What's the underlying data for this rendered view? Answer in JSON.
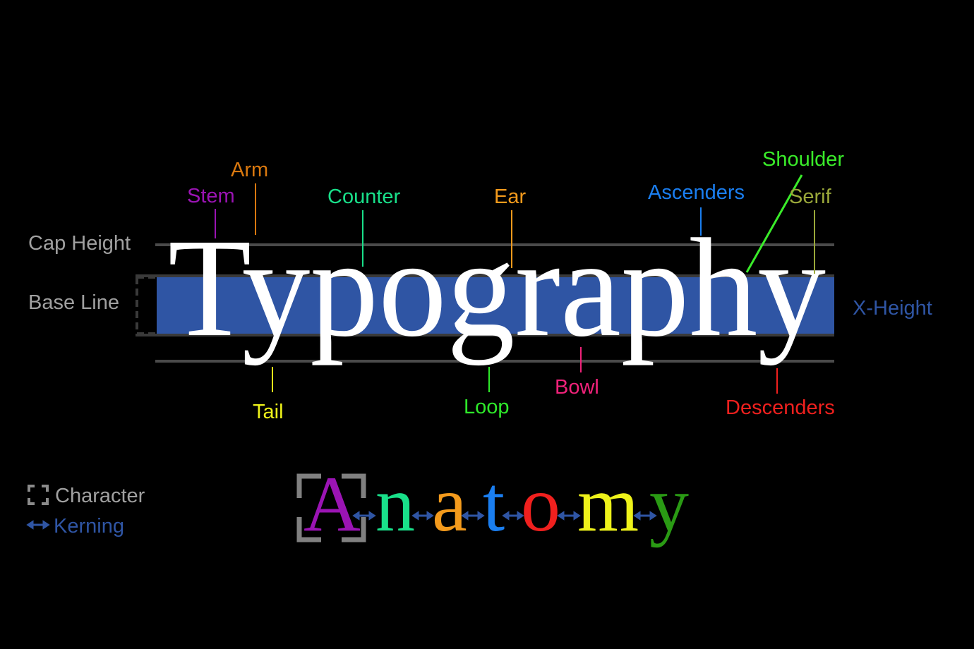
{
  "word": "Typography",
  "guides": {
    "cap_height": "Cap Height",
    "base_line": "Base Line",
    "x_height": "X-Height"
  },
  "parts": {
    "stem": "Stem",
    "arm": "Arm",
    "counter": "Counter",
    "ear": "Ear",
    "ascenders": "Ascenders",
    "shoulder": "Shoulder",
    "serif": "Serif",
    "tail": "Tail",
    "loop": "Loop",
    "bowl": "Bowl",
    "descenders": "Descenders"
  },
  "legend": {
    "character": "Character",
    "kerning": "Kerning"
  },
  "anatomy": [
    "A",
    "n",
    "a",
    "t",
    "o",
    "m",
    "y"
  ],
  "colors": {
    "stem": "#9b14b4",
    "arm": "#d9780f",
    "counter": "#19e08a",
    "ear": "#f39a1c",
    "ascenders": "#1a7ef0",
    "shoulder": "#3aec2a",
    "serif": "#9aa83a",
    "tail": "#eef21a",
    "loop": "#2ee82a",
    "bowl": "#f0227a",
    "descenders": "#f0201e",
    "guide": "#a0a0a0",
    "xheight": "#2f55a4"
  }
}
